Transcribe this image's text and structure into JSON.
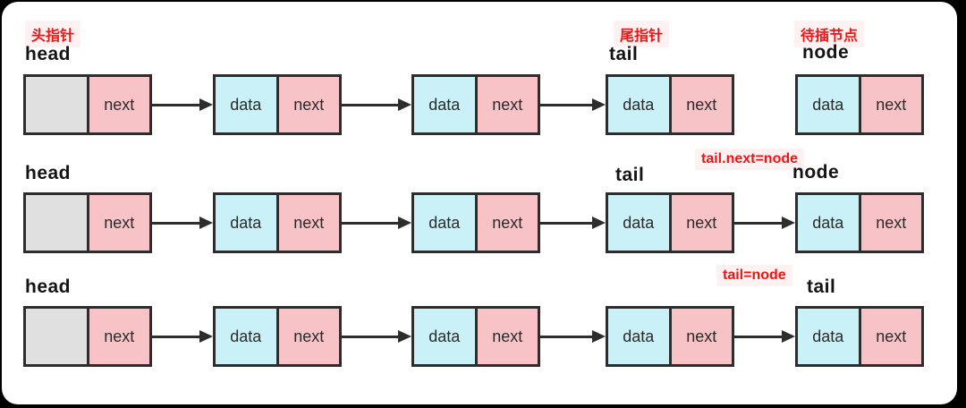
{
  "colors": {
    "page_bg": "#000000",
    "card_bg": "#ffffff",
    "ink": "#2d2d2d",
    "cell_data": "#c9f1f7",
    "cell_next": "#f8c3c7",
    "cell_empty": "#e0e0e0",
    "red": "#f01414",
    "red_bg": "#fdf2f1",
    "label_ink": "#141414"
  },
  "labels": {
    "head": "head",
    "tail": "tail",
    "node": "node",
    "data": "data",
    "next": "next"
  },
  "annotations": {
    "head_pointer": "头指针",
    "tail_pointer": "尾指针",
    "pending_node": "待插节点",
    "step_link": "tail.next=node",
    "step_move": "tail=node"
  }
}
